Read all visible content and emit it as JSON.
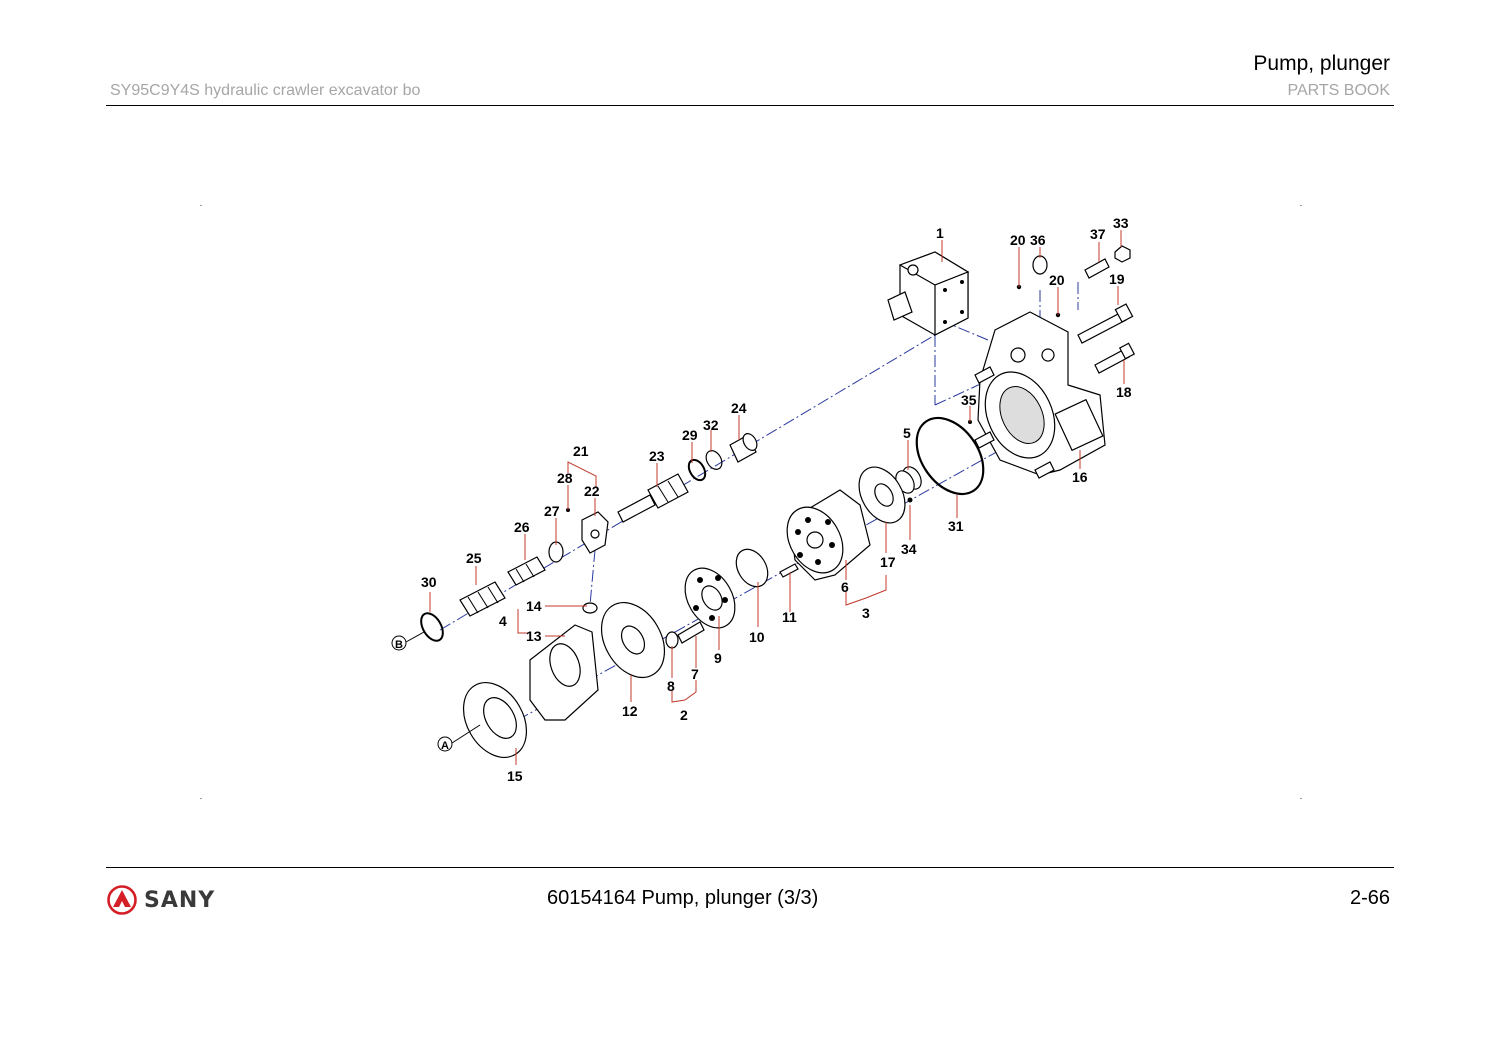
{
  "header": {
    "doc_subject": "SY95C9Y4S hydraulic crawler excavator bo",
    "section_title": "Pump, plunger",
    "book_type": "PARTS BOOK"
  },
  "footer": {
    "brand": "SANY",
    "caption": "60154164 Pump, plunger (3/3)",
    "page_number": "2-66"
  },
  "diagram": {
    "callouts": [
      "1",
      "20",
      "36",
      "37",
      "33",
      "20",
      "19",
      "18",
      "35",
      "24",
      "32",
      "29",
      "5",
      "16",
      "31",
      "21",
      "23",
      "28",
      "22",
      "27",
      "34",
      "26",
      "17",
      "6",
      "25",
      "30",
      "14",
      "4",
      "13",
      "10",
      "11",
      "3",
      "9",
      "7",
      "8",
      "12",
      "2",
      "15"
    ],
    "reference_markers": [
      "A",
      "B"
    ]
  },
  "colors": {
    "leader": "#c0392b",
    "center_line": "#2b3a9e",
    "header_gray": "#a6a6a6"
  }
}
